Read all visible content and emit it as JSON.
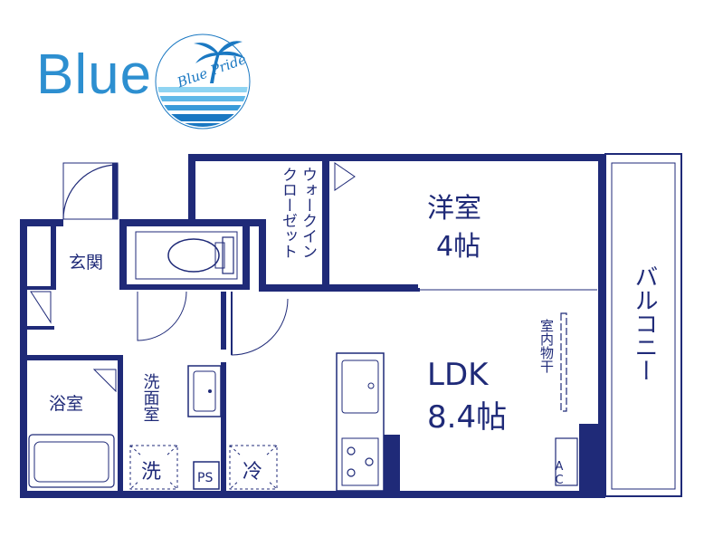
{
  "logo": {
    "brand_text": "Blue",
    "emblem_text": "Blue Pride",
    "colors": {
      "brand": "#2d8fd0",
      "emblem_light": "#8fd4f2",
      "emblem_dark": "#1a78c2",
      "wall": "#1f2a78"
    },
    "emblem_icon": "palm-tree-icon"
  },
  "rooms": {
    "western_room": {
      "name": "洋室",
      "size": "4帖"
    },
    "ldk": {
      "name": "LDK",
      "size": "8.4帖"
    },
    "walk_in_closet": "ウォークイン\nクローゼット",
    "walk_in_closet_col1": "ウォークイン",
    "walk_in_closet_col2": "クローゼット",
    "balcony": "バルコニー",
    "entrance": "玄関",
    "bathroom": "浴室",
    "washroom": "洗面室",
    "indoor_drying": "室内物干"
  },
  "fixtures": {
    "washer": "洗",
    "fridge": "冷",
    "pipe_space": "PS",
    "air_conditioner": "AC"
  }
}
